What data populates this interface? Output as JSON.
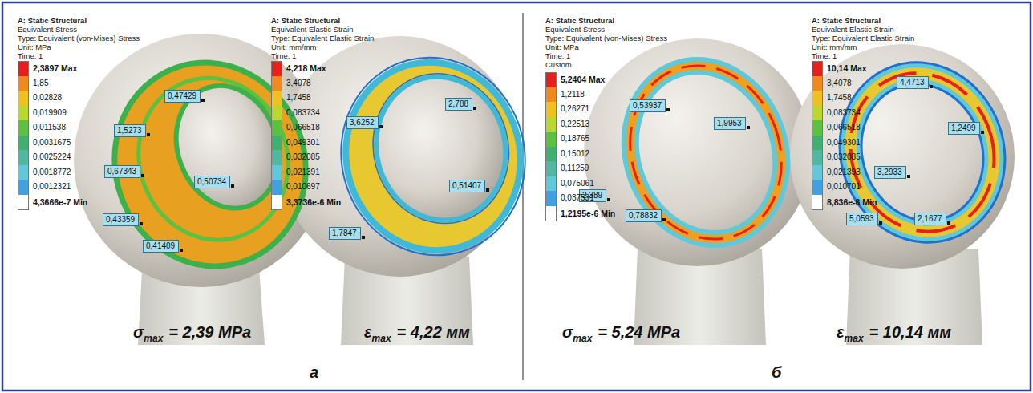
{
  "diagram": {
    "labels": [
      "A: Static Structural",
      "Equivalent Stress",
      "Type: Equivalent (von-Mises) Stress",
      "Unit: MPa",
      "Time: 1",
      "A: Static Structural",
      "Equivalent Elastic Strain",
      "Type: Equivalent Elastic Strain",
      "Unit: mm/mm",
      "Time: 1",
      "A: Static Structural",
      "Equivalent Stress",
      "Type: Equivalent (von-Mises) Stress",
      "Unit: MPa",
      "Time: 1",
      "Custom",
      "A: Static Structural",
      "Equivalent Elastic Strain",
      "Type: Equivalent Elastic Strain",
      "Unit: mm/mm",
      "Time: 1",
      "0,47429",
      "1,5273",
      "0,67343",
      "0,50734",
      "0,43359",
      "0,41409",
      "2,788",
      "3,6252",
      "0,51407",
      "1,7847",
      "0,53937",
      "1,9953",
      "2,389",
      "0,78832",
      "4,4713",
      "1,2499",
      "3,2933",
      "5,0593",
      "2,1677",
      "σ",
      "max",
      "= 2,39 MPa",
      "ε",
      "max",
      "= 4,22 мм",
      "σ",
      "max",
      "= 5,24 MPa",
      "ε",
      "max",
      "= 10,14 мм",
      "а",
      "б"
    ],
    "legend": [
      {
        "text": "2,3897 Max",
        "color": "#e8201c"
      },
      {
        "text": "1,85",
        "color": "#f08a1c"
      },
      {
        "text": "0,02828",
        "color": "#f0c020"
      },
      {
        "text": "0,019909",
        "color": "#b8d830"
      },
      {
        "text": "0,011538",
        "color": "#5cc040"
      },
      {
        "text": "0,0031675",
        "color": "#40b070"
      },
      {
        "text": "0,0025224",
        "color": "#50b8a0"
      },
      {
        "text": "0,0018772",
        "color": "#60c8d8"
      },
      {
        "text": "0,0012321",
        "color": "#40a0e0"
      },
      {
        "text": "4,3666e-7 Min",
        "color": "#ffffff"
      },
      {
        "text": "4,218 Max",
        "color": "#e8201c"
      },
      {
        "text": "3,4078",
        "color": "#f08a1c"
      },
      {
        "text": "1,7458",
        "color": "#f0c020"
      },
      {
        "text": "0,083734",
        "color": "#b8d830"
      },
      {
        "text": "0,066518",
        "color": "#5cc040"
      },
      {
        "text": "0,049301",
        "color": "#40b070"
      },
      {
        "text": "0,032085",
        "color": "#50b8a0"
      },
      {
        "text": "0,021391",
        "color": "#60c8d8"
      },
      {
        "text": "0,010697",
        "color": "#40a0e0"
      },
      {
        "text": "3,3736e-6 Min",
        "color": "#ffffff"
      },
      {
        "text": "5,2404 Max",
        "color": "#e8201c"
      },
      {
        "text": "1,2118",
        "color": "#f08a1c"
      },
      {
        "text": "0,26271",
        "color": "#f0c020"
      },
      {
        "text": "0,22513",
        "color": "#b8d830"
      },
      {
        "text": "0,18765",
        "color": "#5cc040"
      },
      {
        "text": "0,15012",
        "color": "#40b070"
      },
      {
        "text": "0,11259",
        "color": "#50b8a0"
      },
      {
        "text": "0,075061",
        "color": "#60c8d8"
      },
      {
        "text": "0,037531",
        "color": "#40a0e0"
      },
      {
        "text": "1,2195e-6 Min",
        "color": "#ffffff"
      },
      {
        "text": "10,14 Max",
        "color": "#e8201c"
      },
      {
        "text": "3,4078",
        "color": "#f08a1c"
      },
      {
        "text": "1,7458",
        "color": "#f0c020"
      },
      {
        "text": "0,083734",
        "color": "#b8d830"
      },
      {
        "text": "0,066518",
        "color": "#5cc040"
      },
      {
        "text": "0,049301",
        "color": "#40b070"
      },
      {
        "text": "0,032085",
        "color": "#50b8a0"
      },
      {
        "text": "0,021393",
        "color": "#60c8d8"
      },
      {
        "text": "0,010701",
        "color": "#40a0e0"
      },
      {
        "text": "8,836e-6 Min",
        "color": "#ffffff"
      }
    ]
  }
}
